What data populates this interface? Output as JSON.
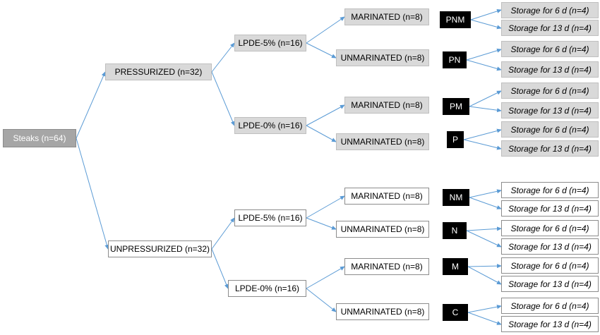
{
  "diagram": {
    "root": "Steaks (n=64)",
    "pressurized": "PRESSURIZED (n=32)",
    "unpressurized": "UNPRESSURIZED (n=32)",
    "lpde5_p": "LPDE-5% (n=16)",
    "lpde0_p": "LPDE-0% (n=16)",
    "lpde5_u": "LPDE-5% (n=16)",
    "lpde0_u": "LPDE-0% (n=16)",
    "marinated_1": "MARINATED (n=8)",
    "unmarinated_1": "UNMARINATED (n=8)",
    "marinated_2": "MARINATED (n=8)",
    "unmarinated_2": "UNMARINATED (n=8)",
    "marinated_3": "MARINATED (n=8)",
    "unmarinated_3": "UNMARINATED (n=8)",
    "marinated_4": "MARINATED (n=8)",
    "unmarinated_4": "UNMARINATED (n=8)",
    "codes": [
      "PNM",
      "PN",
      "PM",
      "P",
      "NM",
      "N",
      "M",
      "C"
    ],
    "storage": [
      "Storage for 6 d (n=4)",
      "Storage for 13 d (n=4)",
      "Storage for 6 d (n=4)",
      "Storage for 13 d (n=4)",
      "Storage for 6 d (n=4)",
      "Storage for 13 d (n=4)",
      "Storage for 6 d (n=4)",
      "Storage  for 13 d (n=4)",
      "Storage for 6 d (n=4)",
      "Storage for 13 d (n=4)",
      "Storage for 6 d (n=4)",
      "Storage for 13 d (n=4)",
      "Storage for 6 d (n=4)",
      "Storage for 13 d (n=4)",
      "Storage for 6 d (n=4)",
      "Storage for 13 d (n=4)"
    ],
    "colors": {
      "arrow": "#5b9bd5",
      "gray_box": "#d9d9d9",
      "root_box": "#a6a6a6",
      "code_box": "#000000"
    }
  }
}
